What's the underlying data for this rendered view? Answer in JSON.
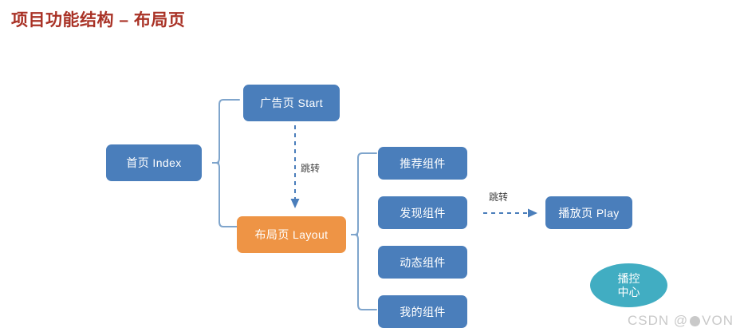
{
  "title": "项目功能结构 – 布局页",
  "colors": {
    "title": "#a93226",
    "node_blue": "#4a7ebb",
    "node_orange": "#ee9445",
    "ellipse_teal": "#41adc2",
    "bracket": "#7fa5cc",
    "connector": "#4a7ebb",
    "background": "#ffffff",
    "watermark": "#c9c9c9"
  },
  "nodes": {
    "index": "首页 Index",
    "start": "广告页 Start",
    "layout": "布局页 Layout",
    "play": "播放页 Play",
    "control_center_line1": "播控",
    "control_center_line2": "中心"
  },
  "components": [
    {
      "label": "推荐组件"
    },
    {
      "label": "发现组件"
    },
    {
      "label": "动态组件"
    },
    {
      "label": "我的组件"
    }
  ],
  "edges": {
    "start_to_layout_label": "跳转",
    "discover_to_play_label": "跳转"
  },
  "watermark": {
    "prefix": "CSDN @",
    "suffix": "VON"
  }
}
